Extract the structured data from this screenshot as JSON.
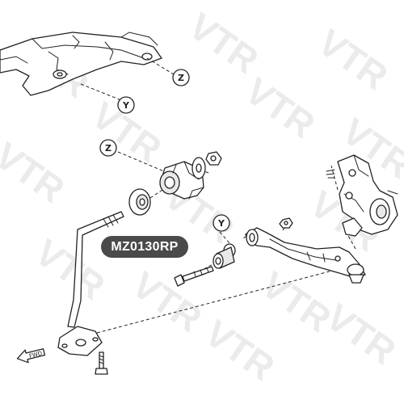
{
  "part_label": "MZ0130RP",
  "watermark": "VTR",
  "callouts": {
    "z": "Z",
    "y": "Y"
  },
  "direction_label": "FWD"
}
